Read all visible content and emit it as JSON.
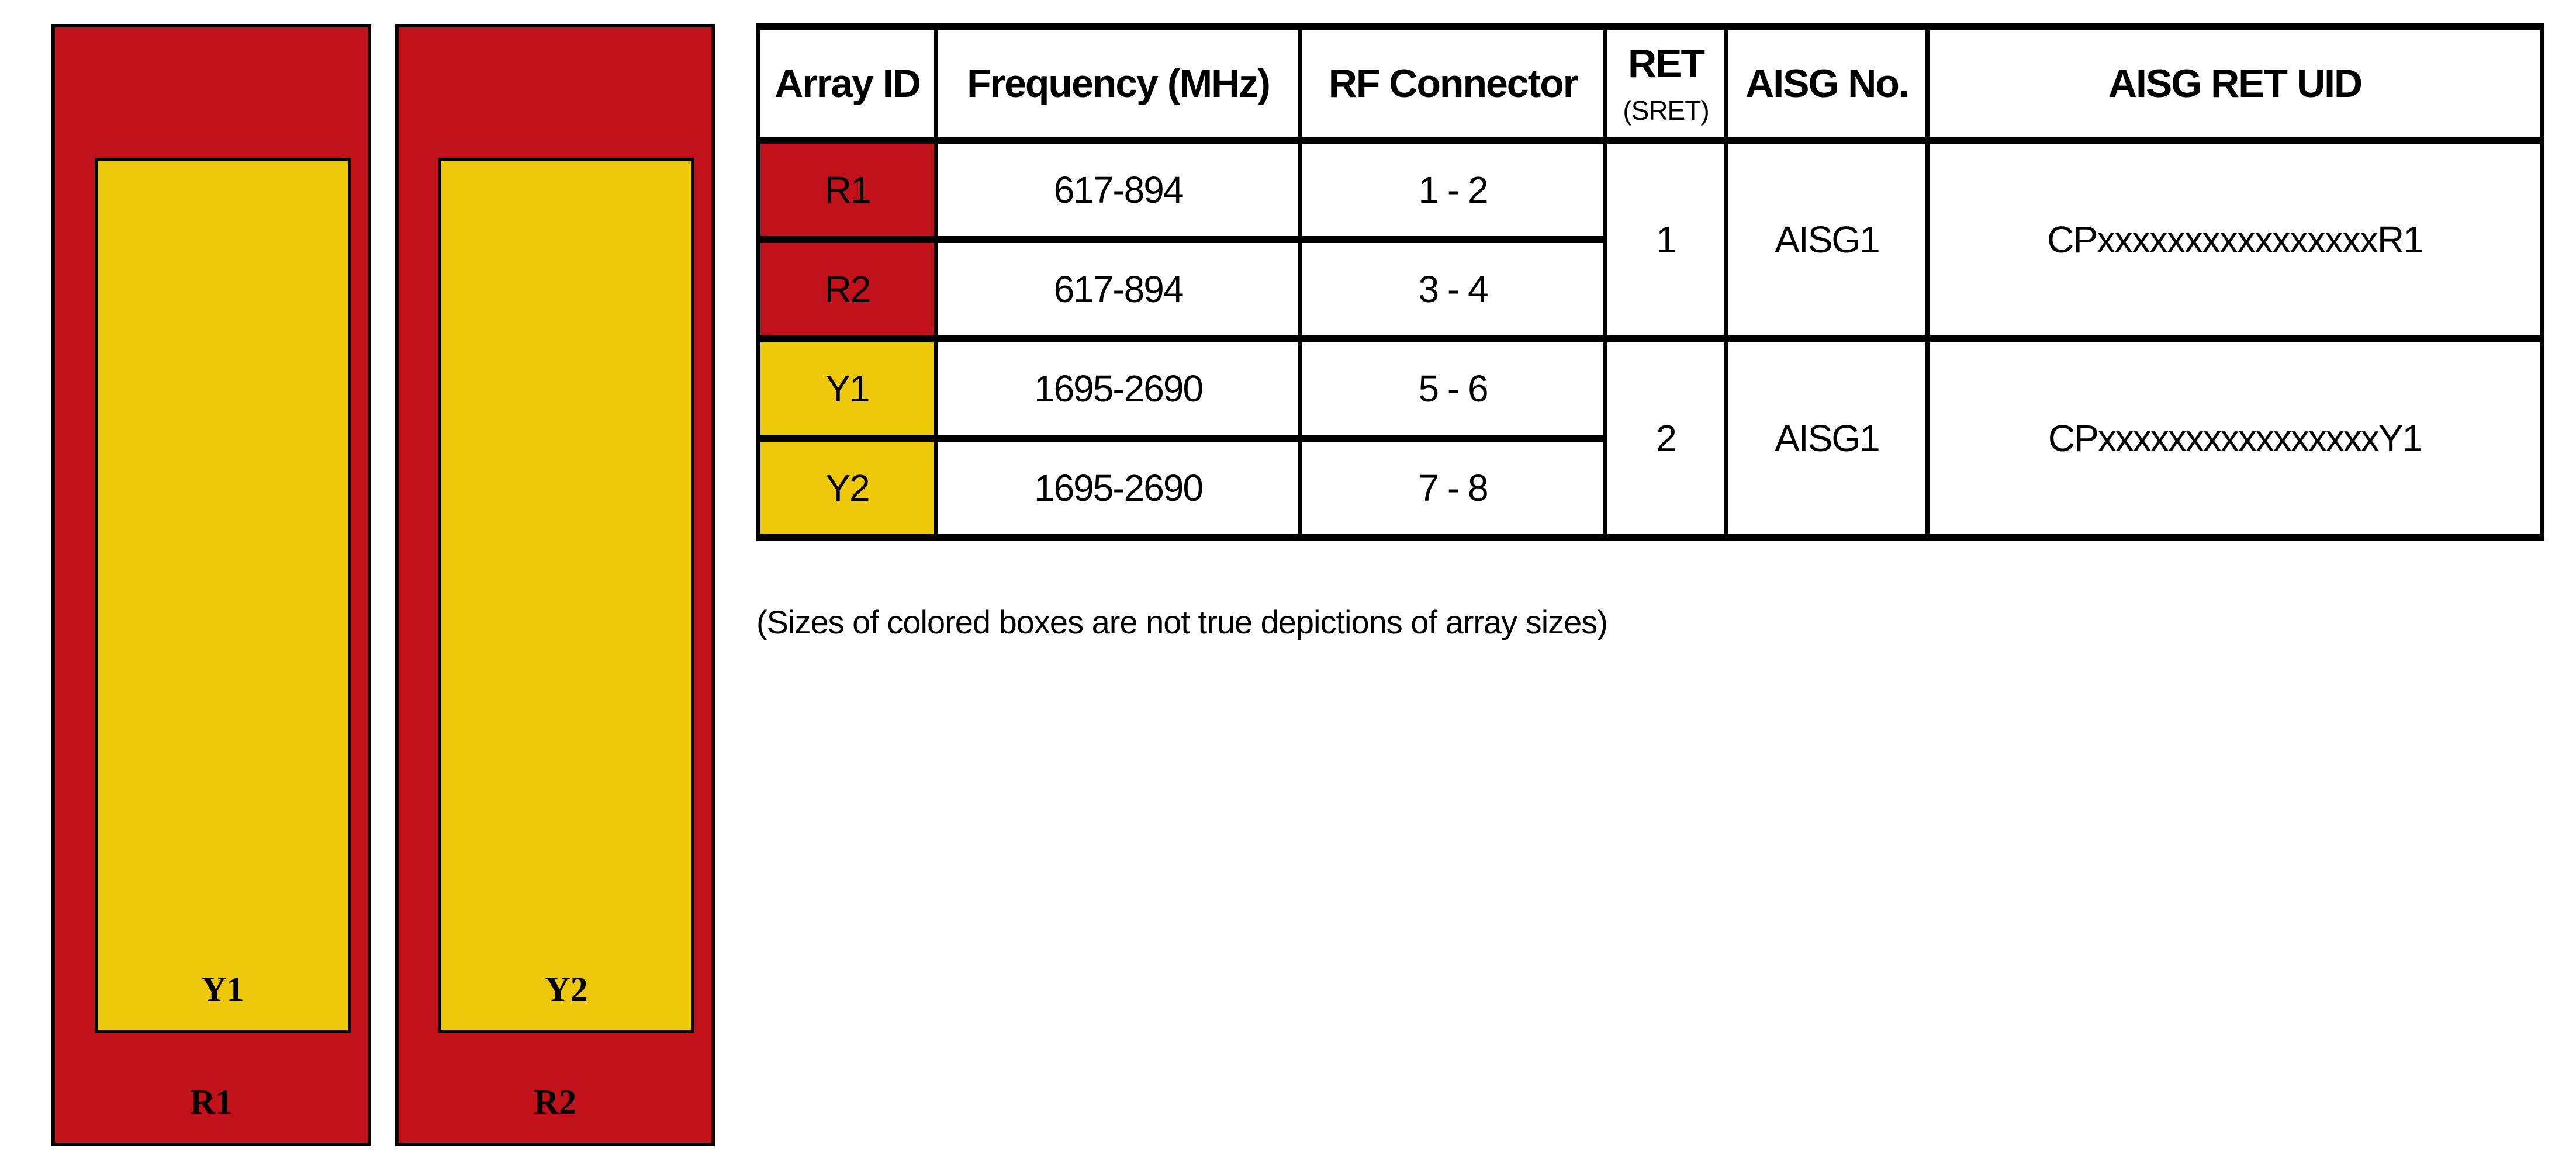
{
  "colors": {
    "red": "#C1121B",
    "yellow": "#EDC70A",
    "black": "#000000",
    "white": "#FFFFFF"
  },
  "figure": {
    "arrays": [
      {
        "outer_label": "R1",
        "inner_label": "Y1"
      },
      {
        "outer_label": "R2",
        "inner_label": "Y2"
      }
    ]
  },
  "table": {
    "headers": [
      "Array ID",
      "Frequency (MHz)",
      "RF Connector",
      "RET",
      "AISG No.",
      "AISG RET UID"
    ],
    "ret_subheader": "(SRET)",
    "rows": [
      {
        "array_id": "R1",
        "frequency": "617-894",
        "rf_connector": "1 - 2"
      },
      {
        "array_id": "R2",
        "frequency": "617-894",
        "rf_connector": "3 - 4"
      },
      {
        "array_id": "Y1",
        "frequency": "1695-2690",
        "rf_connector": "5 - 6"
      },
      {
        "array_id": "Y2",
        "frequency": "1695-2690",
        "rf_connector": "7 - 8"
      }
    ],
    "ret_groups": [
      {
        "ret": "1",
        "aisg_no": "AISG1",
        "aisg_ret_uid": "CPxxxxxxxxxxxxxxxxR1"
      },
      {
        "ret": "2",
        "aisg_no": "AISG1",
        "aisg_ret_uid": "CPxxxxxxxxxxxxxxxxY1"
      }
    ]
  },
  "caption": "(Sizes of colored boxes are not true depictions of array sizes)"
}
